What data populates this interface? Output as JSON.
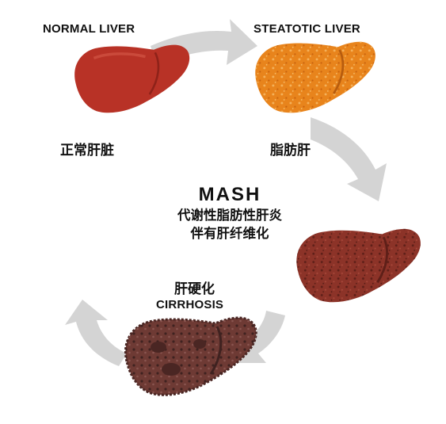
{
  "stages": {
    "normal": {
      "label_en": "NORMAL LIVER",
      "label_zh": "正常肝脏",
      "color": "#b83226"
    },
    "steatotic": {
      "label_en": "STEATOTIC LIVER",
      "label_zh": "脂肪肝",
      "color": "#e8841c"
    },
    "mash": {
      "title": "MASH",
      "line1": "代谢性脂肪性肝炎",
      "line2": "伴有肝纤维化",
      "color": "#8c3328"
    },
    "cirrhosis": {
      "label_zh": "肝硬化",
      "label_en": "CIRRHOSIS",
      "color": "#6e3a34"
    }
  },
  "arrow_color": "#d4d4d4"
}
